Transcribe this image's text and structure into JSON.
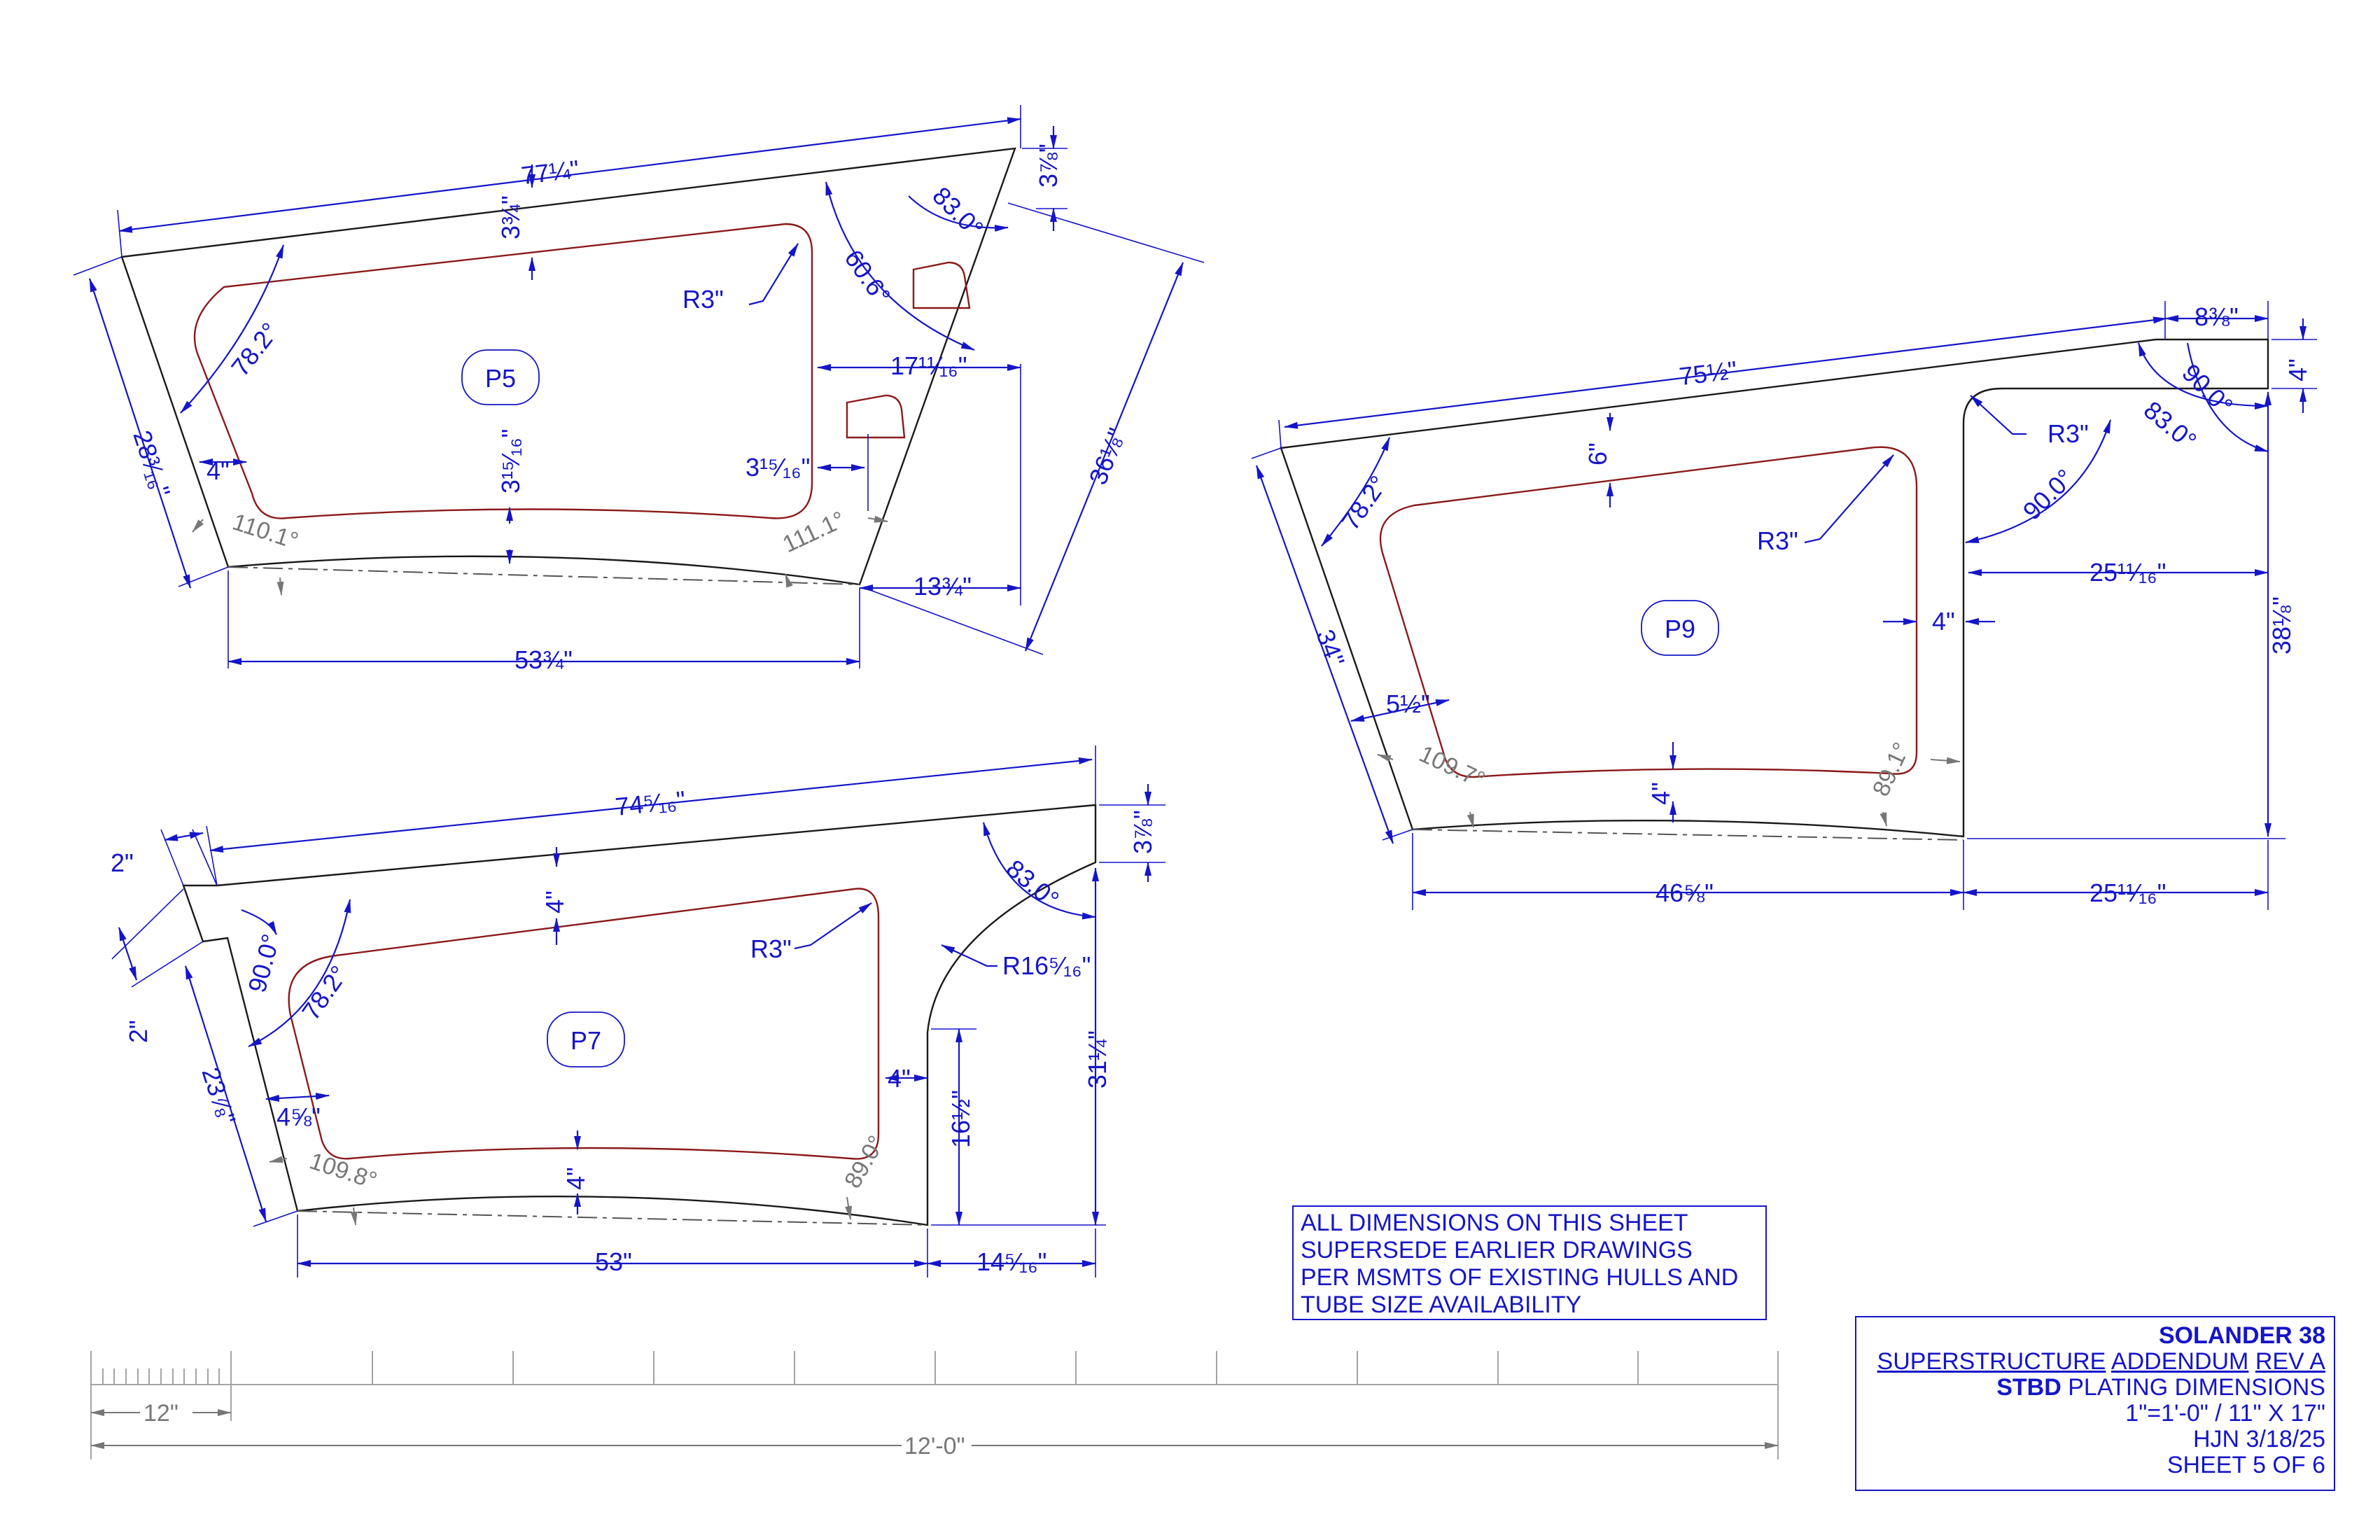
{
  "parts": {
    "p5": {
      "label": "P5",
      "dims": {
        "top": "77¼\"",
        "top_offset": "3⅞\"",
        "left_edge": "28³⁄₁₆\"",
        "inner_top": "3¾\"",
        "inner_left": "4\"",
        "inner_bottom": "3¹⁵⁄₁₆\"",
        "inner_right": "3¹⁵⁄₁₆\"",
        "right_width": "17¹¹⁄₁₆\"",
        "diag_right": "36⅛\"",
        "bottom_right": "13¾\"",
        "bottom": "53¾\"",
        "radius": "R3\""
      },
      "angles": {
        "a1": "78.2°",
        "a2": "60.6°",
        "a3": "83.0°",
        "a4": "110.1°",
        "a5": "111.1°"
      }
    },
    "p9": {
      "label": "P9",
      "dims": {
        "top": "75½\"",
        "top_right": "8⅜\"",
        "right_drop": "4\"",
        "inner_top": "6\"",
        "left_edge": "34\"",
        "inner_left": "5½\"",
        "inner_right": "4\"",
        "inner_bottom": "4\"",
        "width_right": "25¹¹⁄₁₆\"",
        "height_right": "38⅛\"",
        "bottom": "46⅝\"",
        "bottom_right": "25¹¹⁄₁₆\"",
        "radius_outer": "R3\"",
        "radius_inner": "R3\""
      },
      "angles": {
        "a1": "78.2°",
        "a2": "90.0°",
        "a3": "83.0°",
        "a4": "90.0°",
        "a5": "109.7°",
        "a6": "89.1°"
      }
    },
    "p7": {
      "label": "P7",
      "dims": {
        "top": "74⁵⁄₁₆\"",
        "top_offset": "3⅞\"",
        "notch_top": "2\"",
        "notch_side": "2\"",
        "left_edge": "23⅞\"",
        "inner_top": "4\"",
        "inner_left": "4⅝\"",
        "inner_right": "4\"",
        "inner_bottom": "4\"",
        "arc_radius": "R16⁵⁄₁₆\"",
        "height_right": "31¼\"",
        "arc_height": "16½\"",
        "bottom": "53\"",
        "bottom_right": "14⁵⁄₁₆\"",
        "radius": "R3\""
      },
      "angles": {
        "a1": "90.0°",
        "a2": "78.2°",
        "a3": "83.0°",
        "a4": "109.8°",
        "a5": "89.0°"
      }
    }
  },
  "scale_bar": {
    "small": "12\"",
    "total": "12'-0\""
  },
  "note": [
    "ALL DIMENSIONS ON THIS SHEET",
    "SUPERSEDE EARLIER DRAWINGS",
    "PER MSMTS OF EXISTING HULLS AND",
    "TUBE SIZE AVAILABILITY"
  ],
  "title_block": {
    "project": "SOLANDER 38",
    "line2_a": "SUPERSTRUCTURE",
    "line2_b": "ADDENDUM",
    "line2_c": "REV A",
    "line3_bold": "STBD",
    "line3_rest": " PLATING DIMENSIONS",
    "scale": "1\"=1'-0\" / 11\" X 17\"",
    "author_date": "HJN 3/18/25",
    "sheet": "SHEET 5 OF 6"
  },
  "colors": {
    "dimension": "#1515c8",
    "outline": "#1a1a1a",
    "cutout": "#8b1a1a",
    "angle_gray": "#777777"
  }
}
